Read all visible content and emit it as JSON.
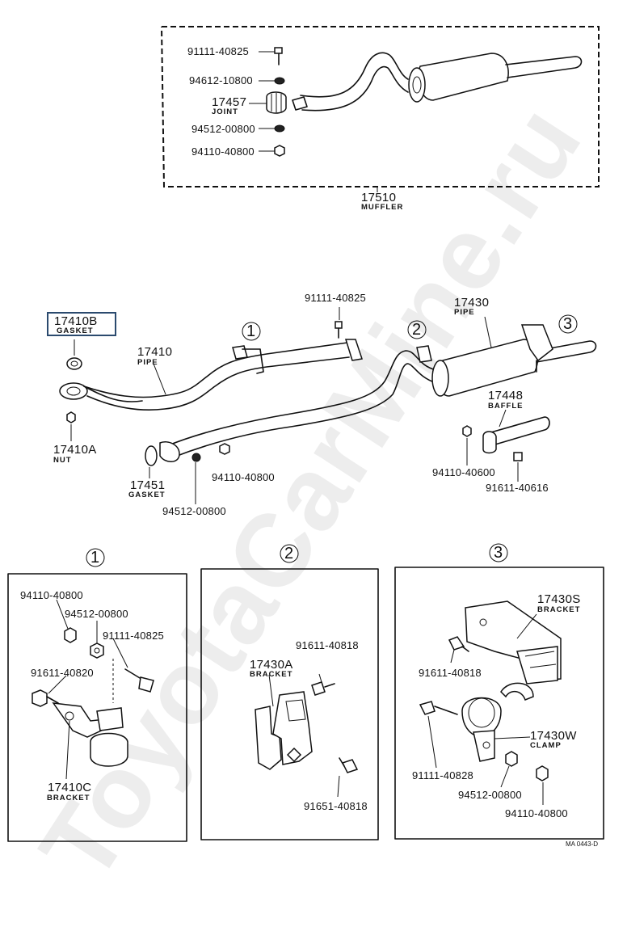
{
  "watermark": "ToyotaCarMine.ru",
  "drawing_code": "MA 0443-D",
  "muffler_group": {
    "parts": [
      {
        "number": "91111-40825"
      },
      {
        "number": "94612-10800"
      },
      {
        "number": "17457",
        "name": "JOINT"
      },
      {
        "number": "94512-00800"
      },
      {
        "number": "94110-40800"
      }
    ],
    "assembly": {
      "number": "17510",
      "name": "MUFFLER"
    }
  },
  "main_assembly": {
    "highlighted_part": {
      "number": "17410B",
      "name": "GASKET"
    },
    "parts": [
      {
        "number": "17410",
        "name": "PIPE"
      },
      {
        "number": "17410A",
        "name": "NUT"
      },
      {
        "number": "17451",
        "name": "GASKET"
      },
      {
        "number": "94512-00800"
      },
      {
        "number": "94110-40800"
      },
      {
        "number": "91111-40825"
      },
      {
        "number": "17430",
        "name": "PIPE"
      },
      {
        "number": "17448",
        "name": "BAFFLE"
      },
      {
        "number": "94110-40600"
      },
      {
        "number": "91611-40616"
      }
    ],
    "callouts": [
      "1",
      "2",
      "3"
    ]
  },
  "detail_1": {
    "callout": "1",
    "parts": [
      {
        "number": "94110-40800"
      },
      {
        "number": "94512-00800"
      },
      {
        "number": "91111-40825"
      },
      {
        "number": "91611-40820"
      },
      {
        "number": "17410C",
        "name": "BRACKET"
      }
    ]
  },
  "detail_2": {
    "callout": "2",
    "parts": [
      {
        "number": "91611-40818"
      },
      {
        "number": "17430A",
        "name": "BRACKET"
      },
      {
        "number": "91651-40818"
      }
    ]
  },
  "detail_3": {
    "callout": "3",
    "parts": [
      {
        "number": "17430S",
        "name": "BRACKET"
      },
      {
        "number": "91611-40818"
      },
      {
        "number": "17430W",
        "name": "CLAMP"
      },
      {
        "number": "91111-40828"
      },
      {
        "number": "94512-00800"
      },
      {
        "number": "94110-40800"
      }
    ]
  }
}
